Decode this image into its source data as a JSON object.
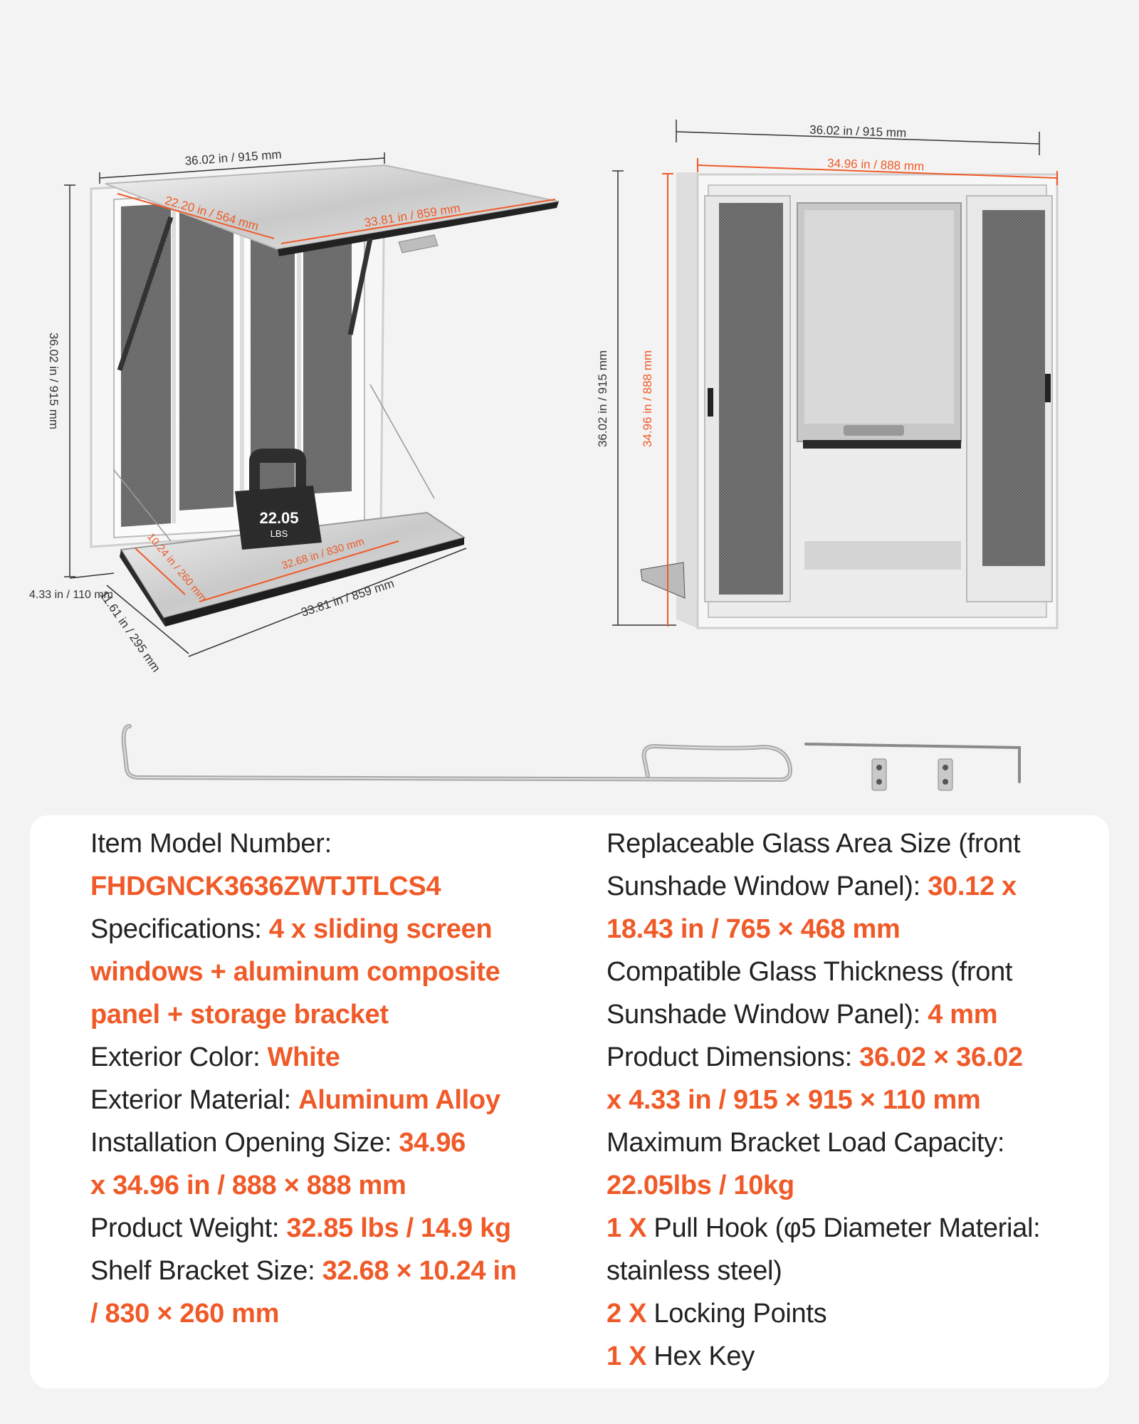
{
  "diagram": {
    "left_view": {
      "width_top": "36.02 in / 915 mm",
      "depth_top": "22.20 in / 564 mm",
      "width_sunshade": "33.81 in / 859 mm",
      "height": "36.02 in / 915 mm",
      "thickness": "4.33 in / 110 mm",
      "shelf_depth": "11.61 in / 295 mm",
      "shelf_width": "33.81 in / 859 mm",
      "bracket_depth": "10.24 in / 260 mm",
      "bracket_width": "32.68 in / 830 mm",
      "weight_value": "22.05",
      "weight_unit": "LBS"
    },
    "right_view": {
      "outer_width": "36.02 in / 915 mm",
      "inner_width": "34.96 in / 888 mm",
      "outer_height": "36.02 in / 915 mm",
      "inner_height": "34.96 in / 888 mm"
    }
  },
  "specs": {
    "left_lines": [
      {
        "label": "Item Model Number:",
        "value": ""
      },
      {
        "label": "",
        "value": "FHDGNCK3636ZWTJTLCS4"
      },
      {
        "label": "Specifications: ",
        "value": "4 x sliding screen"
      },
      {
        "label": "",
        "value": "windows + aluminum composite"
      },
      {
        "label": "",
        "value": "panel + storage bracket"
      },
      {
        "label": "Exterior Color: ",
        "value": "White"
      },
      {
        "label": "Exterior Material: ",
        "value": "Aluminum Alloy"
      },
      {
        "label": "Installation Opening Size: ",
        "value": "34.96"
      },
      {
        "label": "",
        "value": "x 34.96 in / 888 × 888 mm"
      },
      {
        "label": "Product Weight: ",
        "value": "32.85 lbs / 14.9 kg"
      },
      {
        "label": "Shelf Bracket Size: ",
        "value": "32.68 × 10.24 in"
      },
      {
        "label": "",
        "value": "/ 830 × 260 mm"
      }
    ],
    "right_lines": [
      {
        "label": "Replaceable Glass Area Size (front",
        "value": "",
        "tail": ""
      },
      {
        "label": "Sunshade Window Panel): ",
        "value": "30.12 x",
        "tail": ""
      },
      {
        "label": "",
        "value": "18.43 in / 765 × 468 mm",
        "tail": ""
      },
      {
        "label": "Compatible Glass Thickness (front",
        "value": "",
        "tail": ""
      },
      {
        "label": "Sunshade Window Panel): ",
        "value": "4 mm",
        "tail": ""
      },
      {
        "label": "Product Dimensions: ",
        "value": "36.02 × 36.02",
        "tail": ""
      },
      {
        "label": "",
        "value": "x 4.33 in / 915 × 915 × 110 mm",
        "tail": ""
      },
      {
        "label": "Maximum Bracket Load Capacity:",
        "value": "",
        "tail": ""
      },
      {
        "label": "",
        "value": "22.05lbs / 10kg",
        "tail": ""
      },
      {
        "label": "",
        "value": "1 X",
        "tail": " Pull Hook (φ5 Diameter Material:"
      },
      {
        "label": "stainless steel)",
        "value": "",
        "tail": ""
      },
      {
        "label": "",
        "value": "2 X",
        "tail": " Locking Points"
      },
      {
        "label": "",
        "value": "1 X",
        "tail": " Hex Key"
      }
    ]
  },
  "colors": {
    "accent": "#f05a28",
    "card": "#ffffff",
    "background": "#f3f3f3"
  }
}
